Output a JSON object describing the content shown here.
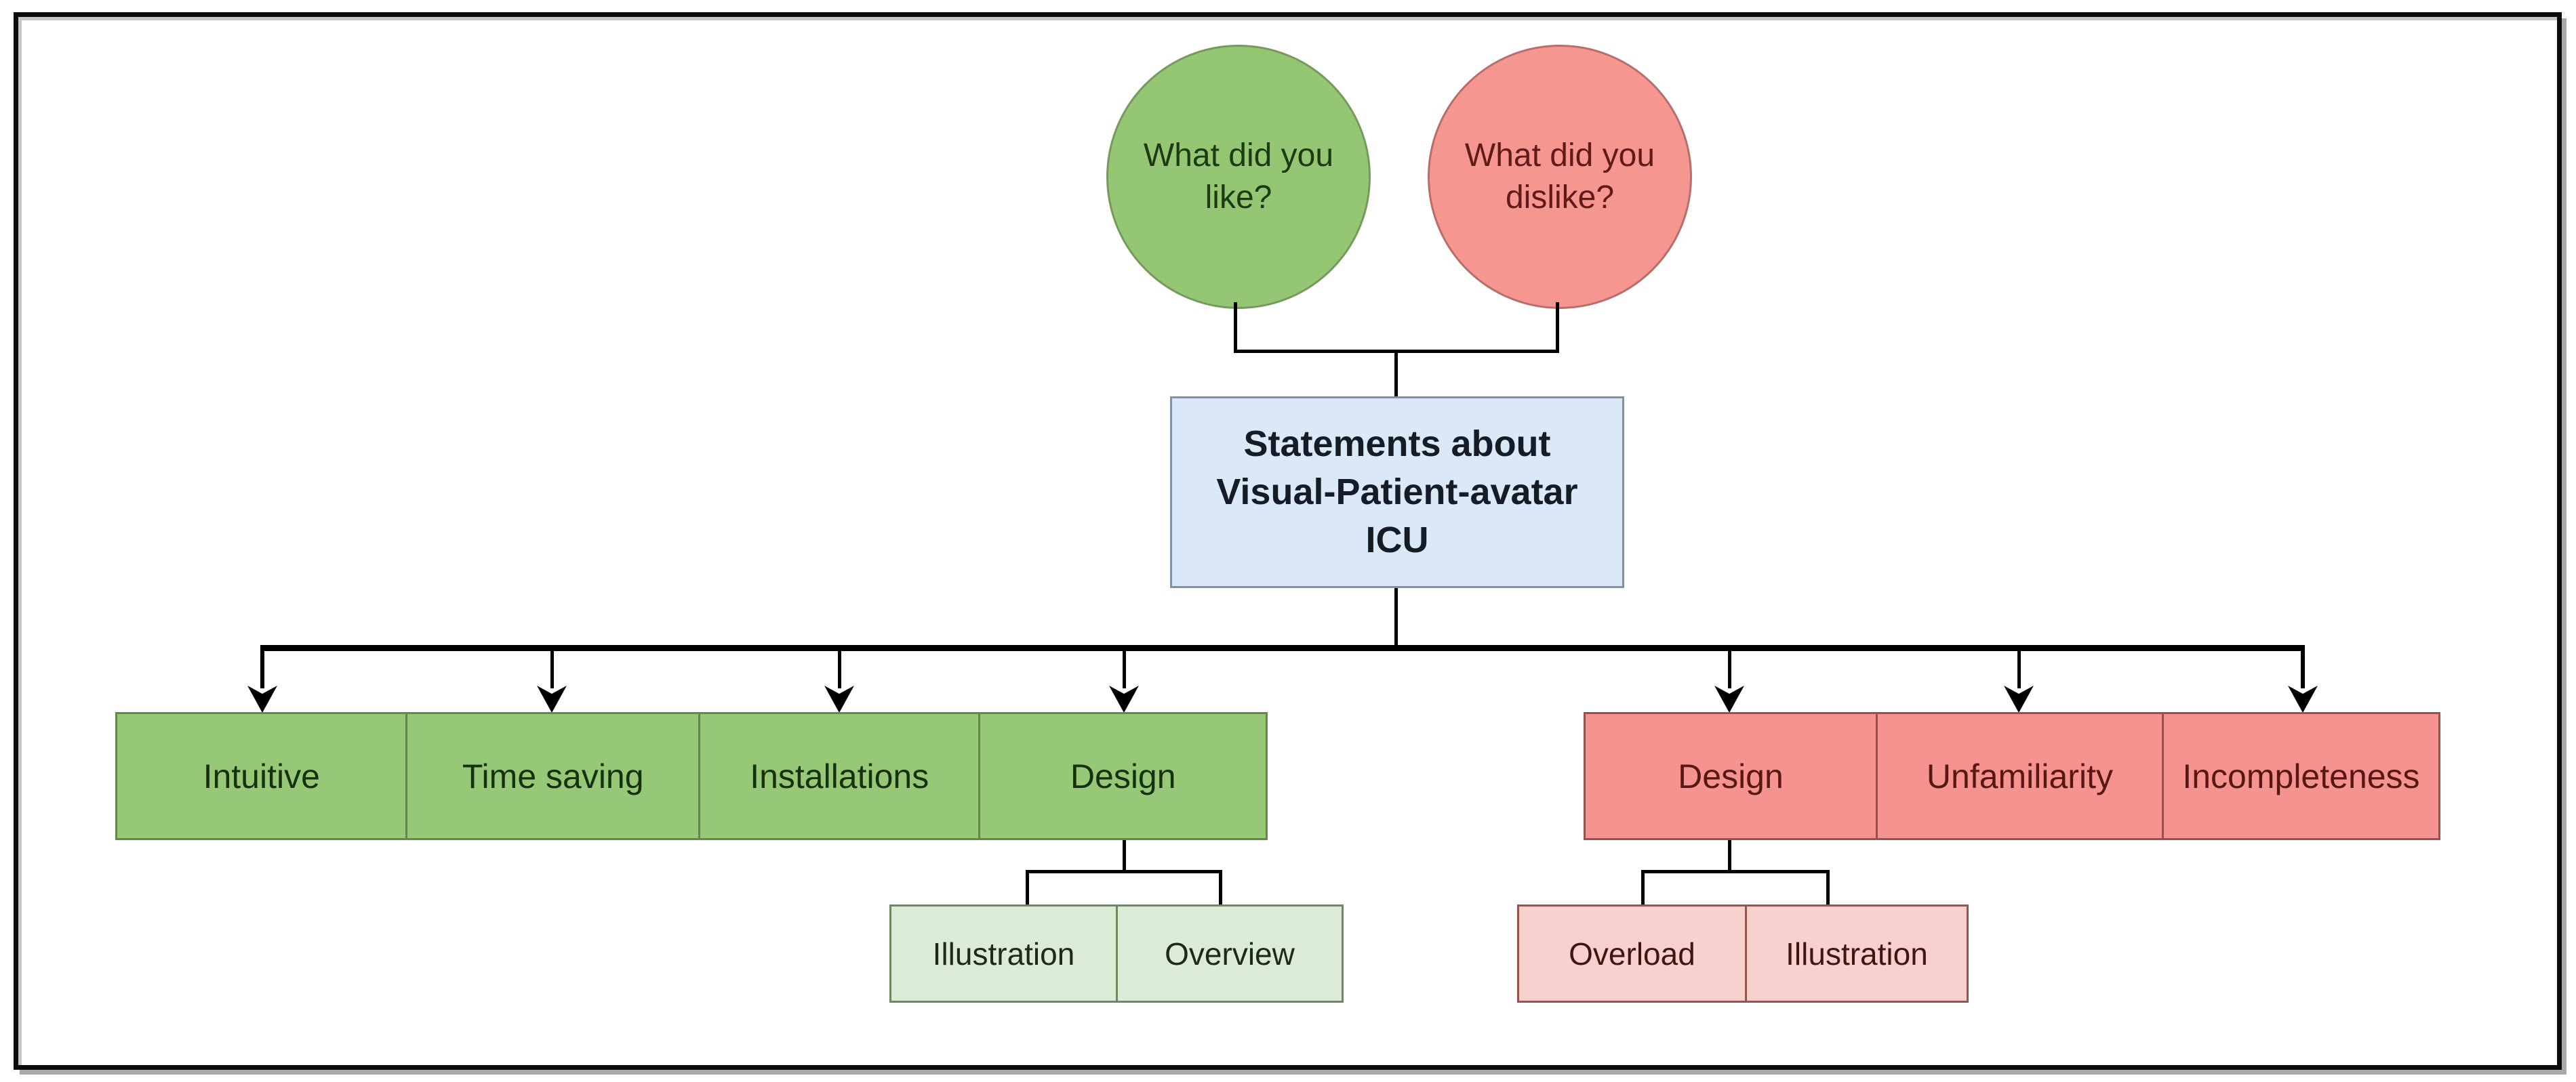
{
  "diagram": {
    "like_circle": {
      "label": "What did you\nlike?"
    },
    "dislike_circle": {
      "label": "What did you\ndislike?"
    },
    "root": {
      "label": "Statements about\nVisual-Patient-avatar\nICU"
    },
    "like_branches": [
      {
        "label": "Intuitive"
      },
      {
        "label": "Time saving"
      },
      {
        "label": "Installations"
      },
      {
        "label": "Design"
      }
    ],
    "like_design_children": [
      {
        "label": "Illustration"
      },
      {
        "label": "Overview"
      }
    ],
    "dislike_branches": [
      {
        "label": "Design"
      },
      {
        "label": "Unfamiliarity"
      },
      {
        "label": "Incompleteness"
      }
    ],
    "dislike_design_children": [
      {
        "label": "Overload"
      },
      {
        "label": "Illustration"
      }
    ],
    "colors": {
      "like_circle_fill": "#94c674",
      "like_circle_border": "#779a5c",
      "like_circle_text": "#1e3a12",
      "dislike_circle_fill": "#f59691",
      "dislike_circle_border": "#b66f6b",
      "dislike_circle_text": "#611a17",
      "root_fill": "#dbe8f8",
      "root_border": "#7e92a7",
      "root_text": "#161c26",
      "like_branch_fill": "#97c878",
      "like_branch_border": "#64874a",
      "like_branch_text": "#17300e",
      "like_child_fill": "#dcebd5",
      "like_child_border": "#6c8a5c",
      "dislike_branch_fill": "#f49390",
      "dislike_branch_border": "#96524e",
      "dislike_branch_text": "#581714",
      "dislike_child_fill": "#f8d1ce",
      "dislike_child_border": "#99534f",
      "connector": "#000000",
      "frame_border": "#0c0c0c",
      "frame_shadow": "#a9a9a9"
    }
  }
}
